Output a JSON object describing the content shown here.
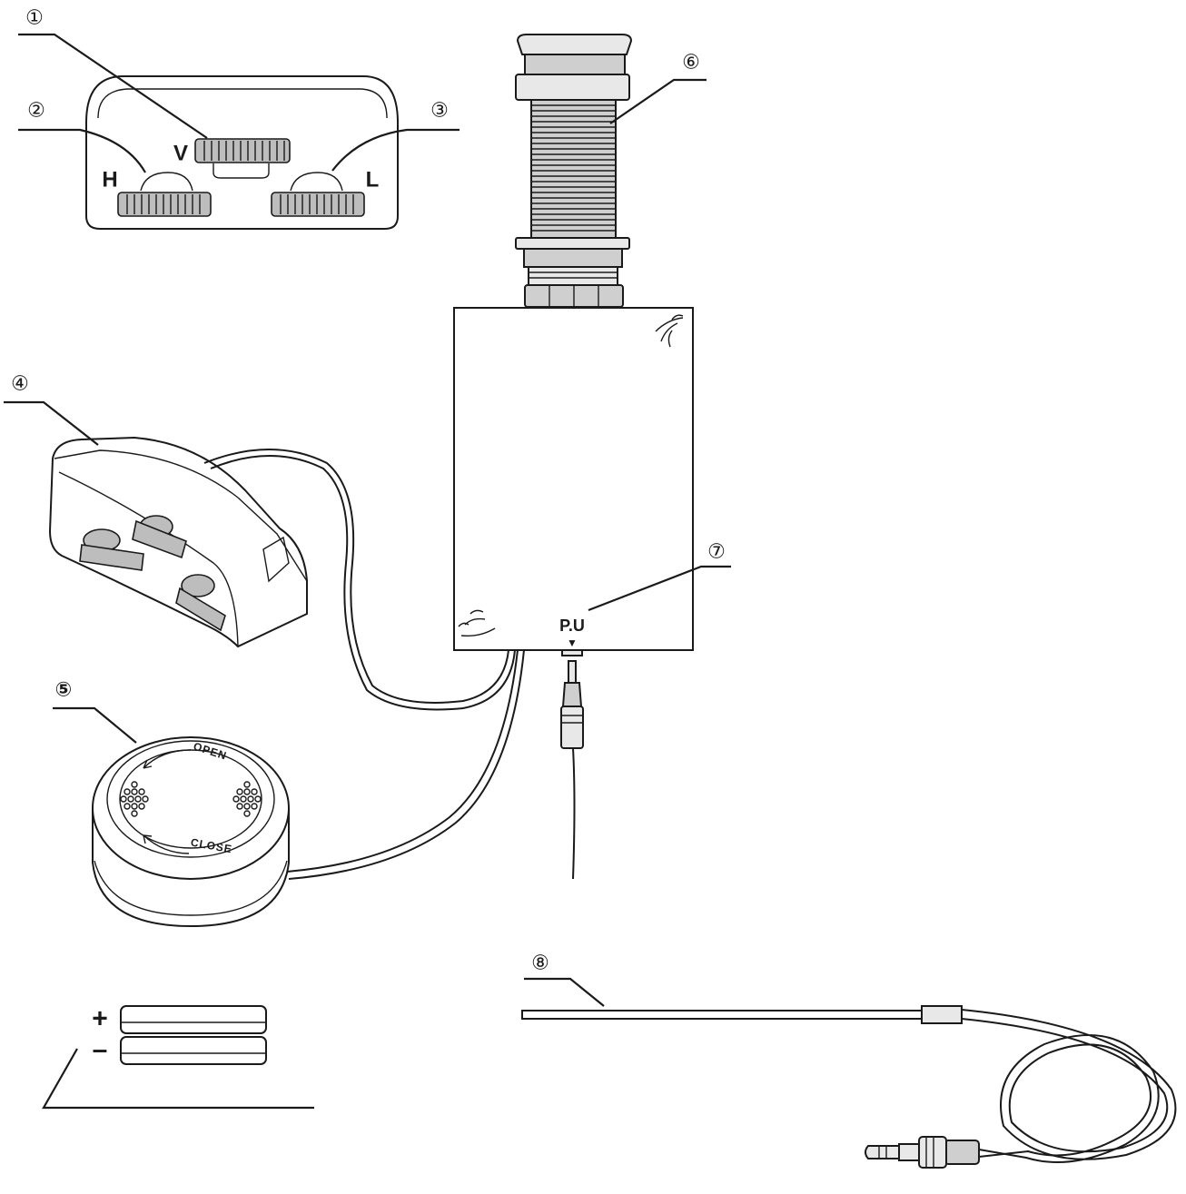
{
  "callouts": {
    "c1": "①",
    "c2": "②",
    "c3": "③",
    "c4": "④",
    "c5": "⑤",
    "c6": "⑥",
    "c7": "⑦",
    "c8": "⑧"
  },
  "control_panel": {
    "knob_v": "V",
    "knob_h": "H",
    "knob_l": "L"
  },
  "preamp_box": {
    "jack_label": "P.U",
    "jack_arrow": "▼"
  },
  "battery_cap": {
    "open_label": "OPEN",
    "close_label": "CLOSE"
  },
  "battery": {
    "plus": "+",
    "minus": "–"
  },
  "icons": [
    "leaf-ornament-icon",
    "arrow-open-icon",
    "arrow-close-icon"
  ]
}
